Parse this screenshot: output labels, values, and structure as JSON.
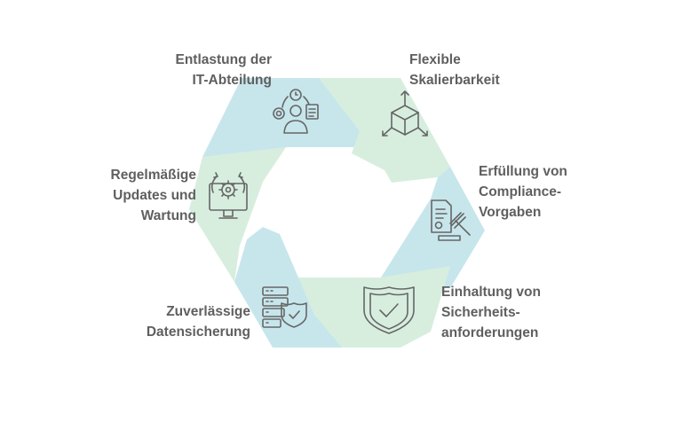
{
  "segments": [
    {
      "lines": [
        "Entlastung der",
        "IT-Abteilung"
      ],
      "icon": "team-gears-icon",
      "color": "#c7e6ec"
    },
    {
      "lines": [
        "Flexible",
        "Skalierbarkeit"
      ],
      "icon": "scalability-cube-icon",
      "color": "#d7eedf"
    },
    {
      "lines": [
        "Erfüllung von",
        "Compliance-",
        "Vorgaben"
      ],
      "icon": "compliance-document-gavel-icon",
      "color": "#c7e6ec"
    },
    {
      "lines": [
        "Einhaltung von",
        "Sicherheits-",
        "anforderungen"
      ],
      "icon": "security-shield-check-icon",
      "color": "#d7eedf"
    },
    {
      "lines": [
        "Zuverlässige",
        "Datensicherung"
      ],
      "icon": "server-shield-icon",
      "color": "#c7e6ec"
    },
    {
      "lines": [
        "Regelmäßige",
        "Updates und",
        "Wartung"
      ],
      "icon": "monitor-gear-update-icon",
      "color": "#d7eedf"
    }
  ]
}
